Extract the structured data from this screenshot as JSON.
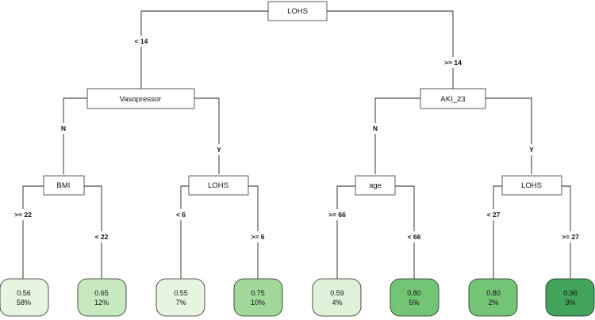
{
  "tree": {
    "root": {
      "label": "LOHS",
      "children": [
        {
          "edge": "< 14",
          "label": "Vasopressor",
          "children": [
            {
              "edge": "N",
              "label": "BMI",
              "children": [
                {
                  "edge": ">= 22",
                  "value": "0.56",
                  "percent": "58%",
                  "color": "#e5f5e0"
                },
                {
                  "edge": "< 22",
                  "value": "0.65",
                  "percent": "12%",
                  "color": "#c7e9c0"
                }
              ]
            },
            {
              "edge": "Y",
              "label": "LOHS",
              "children": [
                {
                  "edge": "< 6",
                  "value": "0.55",
                  "percent": "7%",
                  "color": "#e5f5e0"
                },
                {
                  "edge": ">= 6",
                  "value": "0.75",
                  "percent": "10%",
                  "color": "#a1d99b"
                }
              ]
            }
          ]
        },
        {
          "edge": ">= 14",
          "label": "AKI_23",
          "children": [
            {
              "edge": "N",
              "label": "age",
              "children": [
                {
                  "edge": ">= 66",
                  "value": "0.59",
                  "percent": "4%",
                  "color": "#dff2d9"
                },
                {
                  "edge": "< 66",
                  "value": "0.80",
                  "percent": "5%",
                  "color": "#74c476"
                }
              ]
            },
            {
              "edge": "Y",
              "label": "LOHS",
              "children": [
                {
                  "edge": "< 27",
                  "value": "0.80",
                  "percent": "2%",
                  "color": "#74c476"
                },
                {
                  "edge": ">= 27",
                  "value": "0.96",
                  "percent": "3%",
                  "color": "#41a45a"
                }
              ]
            }
          ]
        }
      ]
    }
  }
}
